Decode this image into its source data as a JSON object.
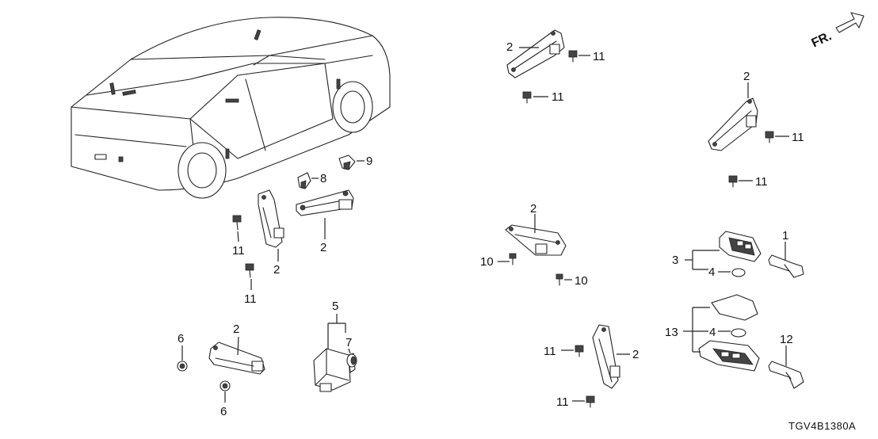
{
  "diagram_code": "TGV4B1380A",
  "direction_label": "FR.",
  "callouts": {
    "c1": "1",
    "c2a": "2",
    "c2b": "2",
    "c2c": "2",
    "c2d": "2",
    "c2e": "2",
    "c2f": "2",
    "c2g": "2",
    "c3": "3",
    "c4a": "4",
    "c4b": "4",
    "c5": "5",
    "c6a": "6",
    "c6b": "6",
    "c7": "7",
    "c8": "8",
    "c9": "9",
    "c10a": "10",
    "c10b": "10",
    "c11a": "11",
    "c11b": "11",
    "c11c": "11",
    "c11d": "11",
    "c11e": "11",
    "c11f": "11",
    "c11g": "11",
    "c11h": "11",
    "c12": "12",
    "c13": "13"
  }
}
